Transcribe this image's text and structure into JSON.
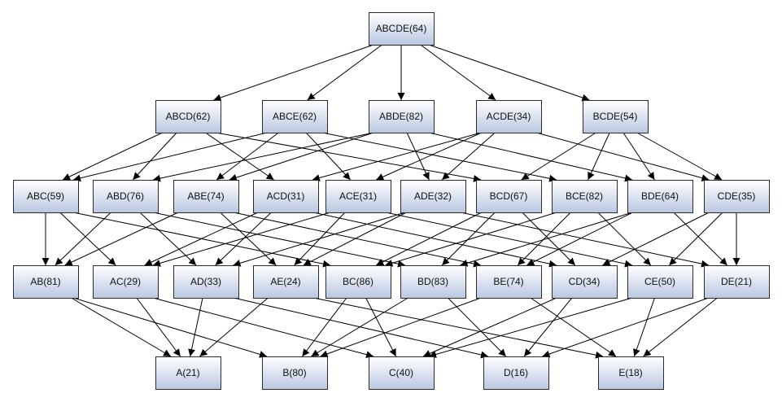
{
  "diagram": {
    "colors": {
      "node_fill_top": "#ffffff",
      "node_fill_bottom": "#b9c7e1",
      "node_stroke": "#2b2b2b",
      "edge": "#000000"
    },
    "nodes": [
      {
        "id": "ABCDE",
        "label": "ABCDE(64)",
        "level": 0
      },
      {
        "id": "ABCD",
        "label": "ABCD(62)",
        "level": 1
      },
      {
        "id": "ABCE",
        "label": "ABCE(62)",
        "level": 1
      },
      {
        "id": "ABDE",
        "label": "ABDE(82)",
        "level": 1
      },
      {
        "id": "ACDE",
        "label": "ACDE(34)",
        "level": 1
      },
      {
        "id": "BCDE",
        "label": "BCDE(54)",
        "level": 1
      },
      {
        "id": "ABC",
        "label": "ABC(59)",
        "level": 2
      },
      {
        "id": "ABD",
        "label": "ABD(76)",
        "level": 2
      },
      {
        "id": "ABE",
        "label": "ABE(74)",
        "level": 2
      },
      {
        "id": "ACD",
        "label": "ACD(31)",
        "level": 2
      },
      {
        "id": "ACE",
        "label": "ACE(31)",
        "level": 2
      },
      {
        "id": "ADE",
        "label": "ADE(32)",
        "level": 2
      },
      {
        "id": "BCD",
        "label": "BCD(67)",
        "level": 2
      },
      {
        "id": "BCE",
        "label": "BCE(82)",
        "level": 2
      },
      {
        "id": "BDE",
        "label": "BDE(64)",
        "level": 2
      },
      {
        "id": "CDE",
        "label": "CDE(35)",
        "level": 2
      },
      {
        "id": "AB",
        "label": "AB(81)",
        "level": 3
      },
      {
        "id": "AC",
        "label": "AC(29)",
        "level": 3
      },
      {
        "id": "AD",
        "label": "AD(33)",
        "level": 3
      },
      {
        "id": "AE",
        "label": "AE(24)",
        "level": 3
      },
      {
        "id": "BC",
        "label": "BC(86)",
        "level": 3
      },
      {
        "id": "BD",
        "label": "BD(83)",
        "level": 3
      },
      {
        "id": "BE",
        "label": "BE(74)",
        "level": 3
      },
      {
        "id": "CD",
        "label": "CD(34)",
        "level": 3
      },
      {
        "id": "CE",
        "label": "CE(50)",
        "level": 3
      },
      {
        "id": "DE",
        "label": "DE(21)",
        "level": 3
      },
      {
        "id": "A",
        "label": "A(21)",
        "level": 4
      },
      {
        "id": "B",
        "label": "B(80)",
        "level": 4
      },
      {
        "id": "C",
        "label": "C(40)",
        "level": 4
      },
      {
        "id": "D",
        "label": "D(16)",
        "level": 4
      },
      {
        "id": "E",
        "label": "E(18)",
        "level": 4
      }
    ],
    "edges": [
      [
        "ABCDE",
        "ABCD"
      ],
      [
        "ABCDE",
        "ABCE"
      ],
      [
        "ABCDE",
        "ABDE"
      ],
      [
        "ABCDE",
        "ACDE"
      ],
      [
        "ABCDE",
        "BCDE"
      ],
      [
        "ABCD",
        "ABC"
      ],
      [
        "ABCD",
        "ABD"
      ],
      [
        "ABCD",
        "ACD"
      ],
      [
        "ABCD",
        "BCD"
      ],
      [
        "ABCE",
        "ABC"
      ],
      [
        "ABCE",
        "ABE"
      ],
      [
        "ABCE",
        "ACE"
      ],
      [
        "ABCE",
        "BCE"
      ],
      [
        "ABDE",
        "ABD"
      ],
      [
        "ABDE",
        "ABE"
      ],
      [
        "ABDE",
        "ADE"
      ],
      [
        "ABDE",
        "BDE"
      ],
      [
        "ACDE",
        "ACD"
      ],
      [
        "ACDE",
        "ACE"
      ],
      [
        "ACDE",
        "ADE"
      ],
      [
        "ACDE",
        "CDE"
      ],
      [
        "BCDE",
        "BCD"
      ],
      [
        "BCDE",
        "BCE"
      ],
      [
        "BCDE",
        "BDE"
      ],
      [
        "BCDE",
        "CDE"
      ],
      [
        "ABC",
        "AB"
      ],
      [
        "ABC",
        "AC"
      ],
      [
        "ABC",
        "BC"
      ],
      [
        "ABD",
        "AB"
      ],
      [
        "ABD",
        "AD"
      ],
      [
        "ABD",
        "BD"
      ],
      [
        "ABE",
        "AB"
      ],
      [
        "ABE",
        "AE"
      ],
      [
        "ABE",
        "BE"
      ],
      [
        "ACD",
        "AC"
      ],
      [
        "ACD",
        "AD"
      ],
      [
        "ACD",
        "CD"
      ],
      [
        "ACE",
        "AC"
      ],
      [
        "ACE",
        "AE"
      ],
      [
        "ACE",
        "CE"
      ],
      [
        "ADE",
        "AD"
      ],
      [
        "ADE",
        "AE"
      ],
      [
        "ADE",
        "DE"
      ],
      [
        "BCD",
        "BC"
      ],
      [
        "BCD",
        "BD"
      ],
      [
        "BCD",
        "CD"
      ],
      [
        "BCE",
        "BC"
      ],
      [
        "BCE",
        "BE"
      ],
      [
        "BCE",
        "CE"
      ],
      [
        "BDE",
        "BD"
      ],
      [
        "BDE",
        "BE"
      ],
      [
        "BDE",
        "DE"
      ],
      [
        "CDE",
        "CD"
      ],
      [
        "CDE",
        "CE"
      ],
      [
        "CDE",
        "DE"
      ],
      [
        "AB",
        "A"
      ],
      [
        "AB",
        "B"
      ],
      [
        "AC",
        "A"
      ],
      [
        "AC",
        "C"
      ],
      [
        "AD",
        "A"
      ],
      [
        "AD",
        "D"
      ],
      [
        "AE",
        "A"
      ],
      [
        "AE",
        "E"
      ],
      [
        "BC",
        "B"
      ],
      [
        "BC",
        "C"
      ],
      [
        "BD",
        "B"
      ],
      [
        "BD",
        "D"
      ],
      [
        "BE",
        "B"
      ],
      [
        "BE",
        "E"
      ],
      [
        "CD",
        "C"
      ],
      [
        "CD",
        "D"
      ],
      [
        "CE",
        "C"
      ],
      [
        "CE",
        "E"
      ],
      [
        "DE",
        "D"
      ],
      [
        "DE",
        "E"
      ]
    ]
  }
}
